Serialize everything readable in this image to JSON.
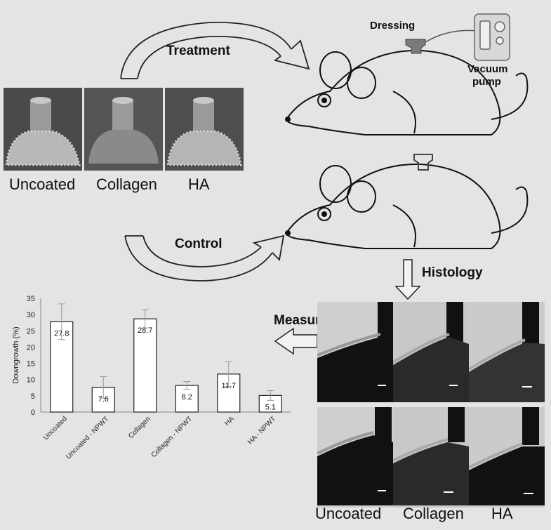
{
  "implant_labels": [
    "Uncoated",
    "Collagen",
    "HA"
  ],
  "flow_labels": {
    "treatment": "Treatment",
    "control": "Control",
    "histology": "Histology",
    "measure": "Measure",
    "dressing": "Dressing",
    "vacuum_pump_line1": "Vacuum",
    "vacuum_pump_line2": "pump"
  },
  "histology_labels": [
    "Uncoated",
    "Collagen",
    "HA"
  ],
  "colors": {
    "background": "#e4e4e4",
    "dressing": "#7a7a7a",
    "bars": "#ffffff",
    "error_bars": "#9a9a9a"
  },
  "chart_data": {
    "type": "bar",
    "categories": [
      "Uncoated",
      "Uncoated - NPWT",
      "Collagen",
      "Collagen - NPWT",
      "HA",
      "HA - NPWT"
    ],
    "values": [
      27.8,
      7.6,
      28.7,
      8.2,
      11.7,
      5.1
    ],
    "value_labels": [
      "27.8",
      "7.6",
      "28.7",
      "8.2",
      "11.7",
      "5.1"
    ],
    "error": [
      5.5,
      3.3,
      2.8,
      1.2,
      3.8,
      1.5
    ],
    "ylabel": "Downgrowth (%)",
    "ylim": [
      0,
      35
    ],
    "yticks": [
      "0",
      "5",
      "10",
      "15",
      "20",
      "25",
      "30",
      "35"
    ],
    "grid": false
  }
}
